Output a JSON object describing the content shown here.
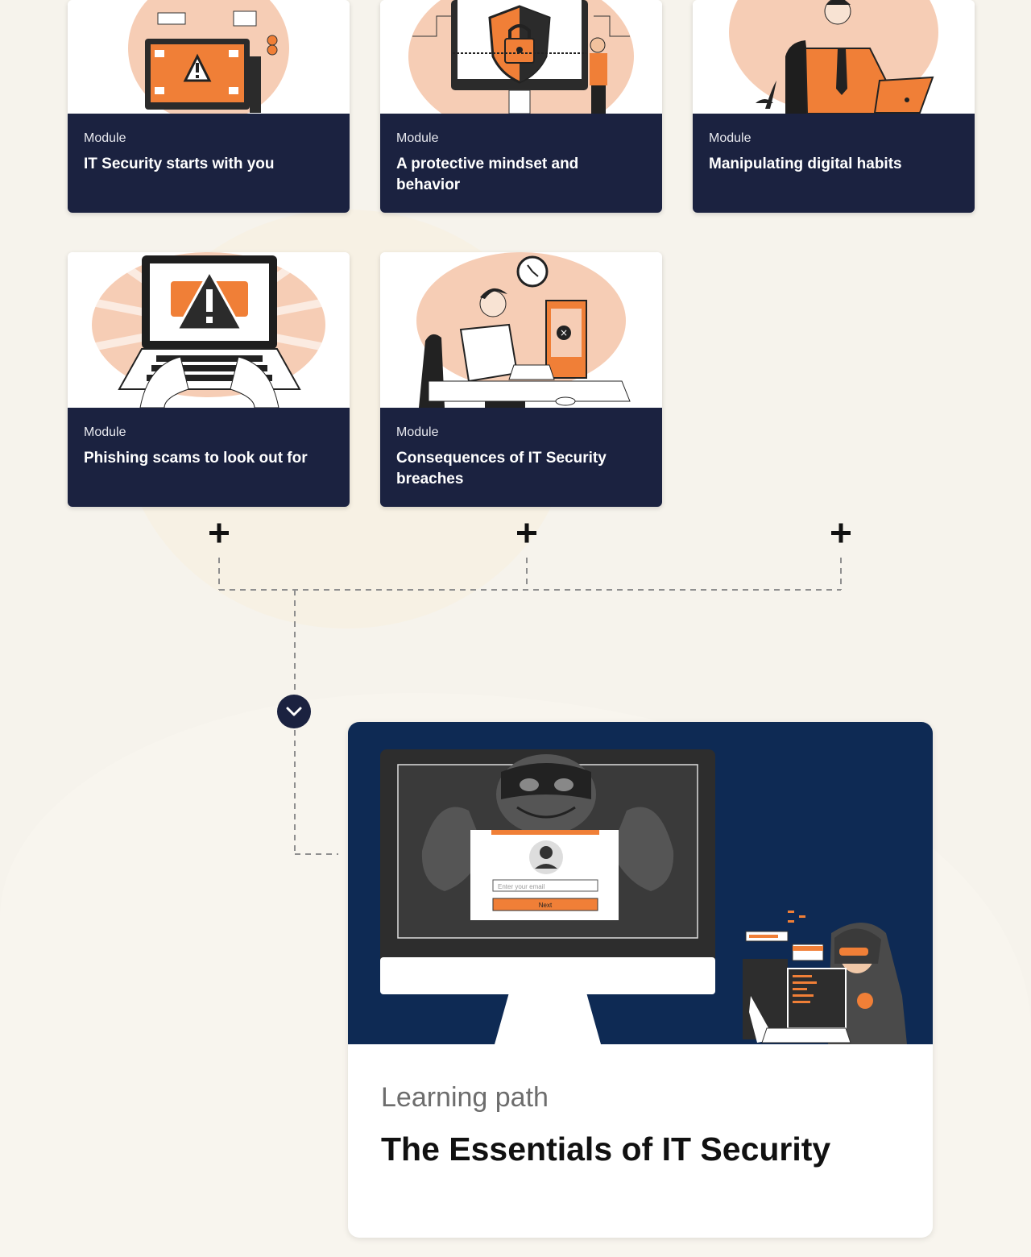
{
  "modules": [
    {
      "kind": "Module",
      "title": "IT Security starts with you"
    },
    {
      "kind": "Module",
      "title": "A protective mindset and behavior"
    },
    {
      "kind": "Module",
      "title": "Manipulating digital habits"
    },
    {
      "kind": "Module",
      "title": "Phishing scams to look out for"
    },
    {
      "kind": "Module",
      "title": "Consequences of IT Security breaches"
    }
  ],
  "learning_path": {
    "kind": "Learning path",
    "title": "The Essentials of IT Security",
    "email_placeholder": "Enter your email",
    "next_label": "Next"
  },
  "colors": {
    "navy": "#1b2240",
    "hero_navy": "#0e2a54",
    "orange": "#f07f37",
    "peach": "#f6cdb5"
  },
  "icons": [
    "plus-icon",
    "chevron-down-icon"
  ]
}
